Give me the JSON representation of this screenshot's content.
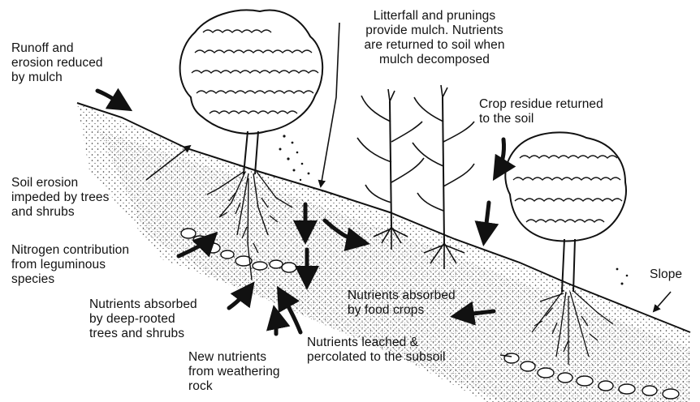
{
  "labels": {
    "runoff": "Runoff and\nerosion reduced\nby mulch",
    "litterfall": "Litterfall and prunings\nprovide mulch. Nutrients\nare returned to soil when\nmulch decomposed",
    "crop_residue": "Crop residue returned\nto the soil",
    "soil_erosion": "Soil erosion\nimpeded by trees\nand shrubs",
    "nitrogen": "Nitrogen contribution\nfrom leguminous\nspecies",
    "slope": "Slope",
    "absorbed_food": "Nutrients absorbed\nby food crops",
    "absorbed_deep": "Nutrients absorbed\nby deep-rooted\ntrees and shrubs",
    "leached": "Nutrients leached &\npercolated to the subsoil",
    "weathering": "New nutrients\nfrom weathering\nrock"
  },
  "colors": {
    "ink": "#111111",
    "soil_dots": "#3a3a3a",
    "background": "#ffffff"
  }
}
